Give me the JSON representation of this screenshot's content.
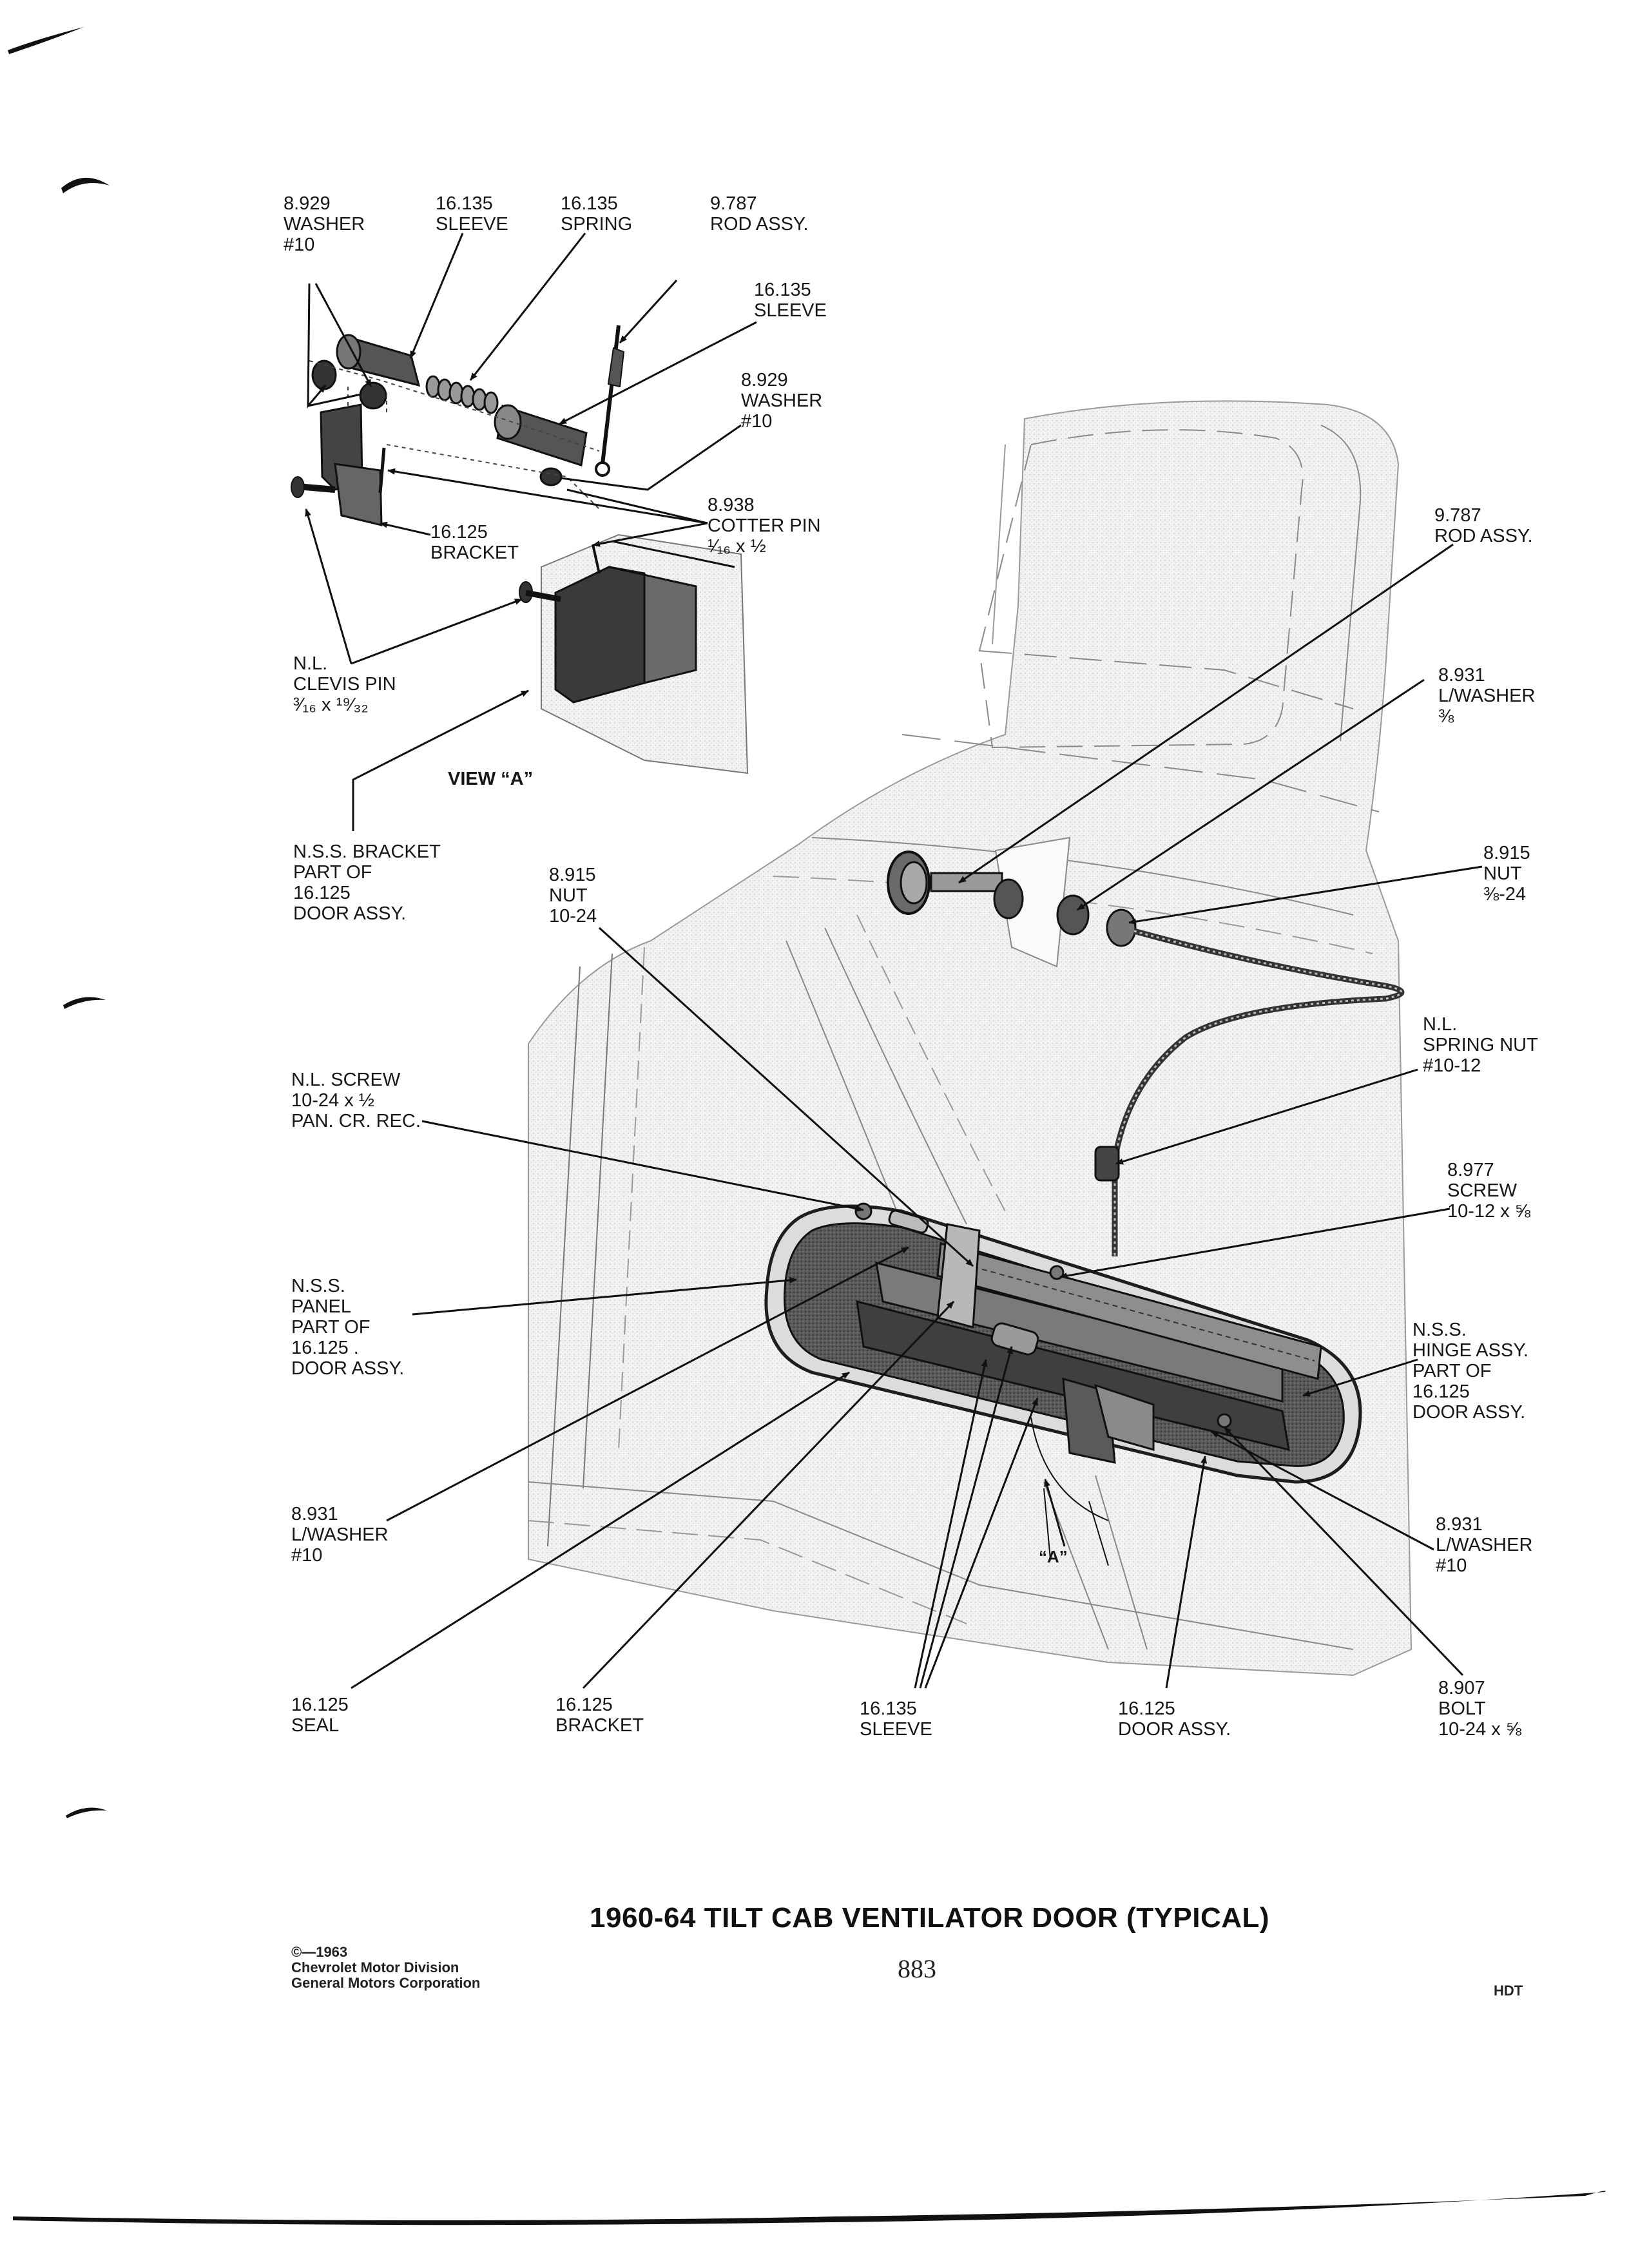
{
  "title": "1960-64 TILT CAB VENTILATOR DOOR (TYPICAL)",
  "page_number": "883",
  "footer_code": "HDT",
  "copyright": [
    "©—1963",
    "Chevrolet Motor Division",
    "General Motors Corporation"
  ],
  "view_label": "VIEW “A”",
  "callouts": {
    "washer_top": [
      "8.929",
      "WASHER",
      "#10"
    ],
    "sleeve_top": [
      "16.135",
      "SLEEVE"
    ],
    "spring_top": [
      "16.135",
      "SPRING"
    ],
    "rod_top": [
      "9.787",
      "ROD ASSY."
    ],
    "sleeve_right": [
      "16.135",
      "SLEEVE"
    ],
    "washer_right": [
      "8.929",
      "WASHER",
      "#10"
    ],
    "cotter_pin": [
      "8.938",
      "COTTER PIN",
      "¹⁄₁₆ x ½"
    ],
    "bracket_view": [
      "16.125",
      "BRACKET"
    ],
    "clevis_pin": [
      "N.L.",
      "CLEVIS PIN",
      "³⁄₁₆ x ¹⁹⁄₃₂"
    ],
    "nss_bracket": [
      "N.S.S. BRACKET",
      "PART OF",
      "16.125",
      "DOOR ASSY."
    ],
    "nut_left": [
      "8.915",
      "NUT",
      "10-24"
    ],
    "screw_left": [
      "N.L. SCREW",
      "10-24 x ½",
      "PAN. CR. REC."
    ],
    "panel": [
      "N.S.S.",
      "PANEL",
      "PART OF",
      "16.125 .",
      "DOOR ASSY."
    ],
    "lwasher_left": [
      "8.931",
      "L/WASHER",
      "#10"
    ],
    "seal": [
      "16.125",
      "SEAL"
    ],
    "bracket_bottom": [
      "16.125",
      "BRACKET"
    ],
    "sleeve_bottom": [
      "16.135",
      "SLEEVE"
    ],
    "door_assy": [
      "16.125",
      "DOOR ASSY."
    ],
    "bolt": [
      "8.907",
      "BOLT",
      "10-24 x ⅝"
    ],
    "lwasher_right": [
      "8.931",
      "L/WASHER",
      "#10"
    ],
    "hinge": [
      "N.S.S.",
      "HINGE ASSY.",
      "PART OF",
      "16.125",
      "DOOR ASSY."
    ],
    "screw_right": [
      "8.977",
      "SCREW",
      "10-12 x ⅝"
    ],
    "spring_nut": [
      "N.L.",
      "SPRING NUT",
      "#10-12"
    ],
    "nut_right": [
      "8.915",
      "NUT",
      "⅜-24"
    ],
    "lwasher_top_right": [
      "8.931",
      "L/WASHER",
      "⅜"
    ],
    "rod_right": [
      "9.787",
      "ROD ASSY."
    ],
    "view_a_marker": [
      "“A”"
    ]
  }
}
